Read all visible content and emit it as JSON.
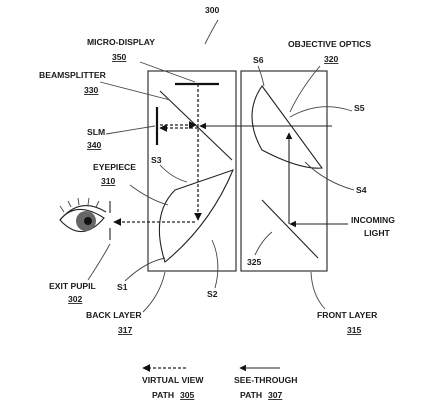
{
  "figure_number": "300",
  "components": {
    "micro_display": {
      "label": "MICRO-DISPLAY",
      "ref": "350"
    },
    "objective_optics": {
      "label": "OBJECTIVE OPTICS",
      "ref": "320"
    },
    "beamsplitter": {
      "label": "BEAMSPLITTER",
      "ref": "330"
    },
    "slm": {
      "label": "SLM",
      "ref": "340"
    },
    "eyepiece": {
      "label": "EYEPIECE",
      "ref": "310"
    },
    "exit_pupil": {
      "label": "EXIT PUPIL",
      "ref": "302"
    },
    "back_layer": {
      "label": "BACK LAYER",
      "ref": "317"
    },
    "front_layer": {
      "label": "FRONT LAYER",
      "ref": "315"
    },
    "incoming_light": {
      "label_line1": "INCOMING",
      "label_line2": "LIGHT",
      "ref": "325"
    }
  },
  "surfaces": {
    "s1": "S1",
    "s2": "S2",
    "s3": "S3",
    "s4": "S4",
    "s5": "S5",
    "s6": "S6"
  },
  "legend": {
    "virtual_view": {
      "line1": "VIRTUAL VIEW",
      "line2": "PATH",
      "ref": "305"
    },
    "see_through": {
      "line1": "SEE-THROUGH",
      "line2": "PATH",
      "ref": "307"
    }
  }
}
